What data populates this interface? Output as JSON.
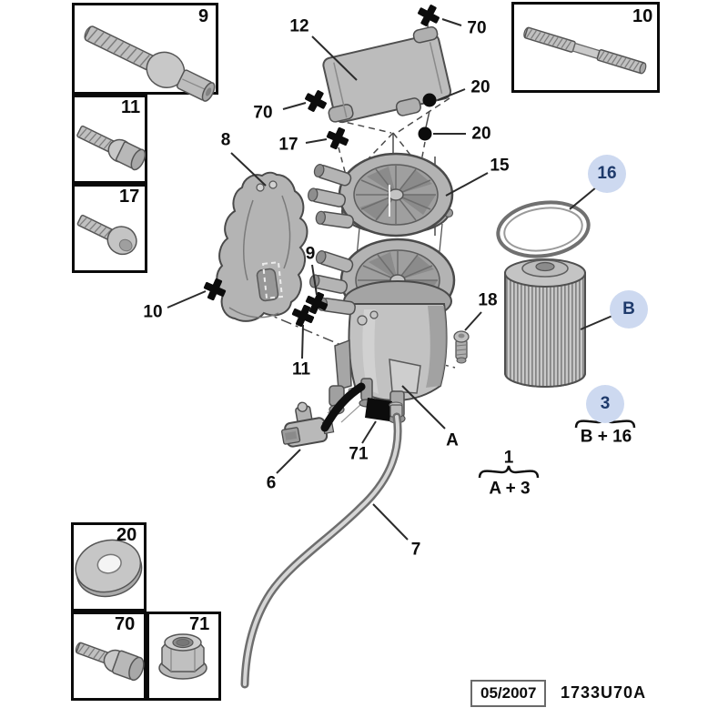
{
  "labels": {
    "box_9": "9",
    "box_11": "11",
    "box_17": "17",
    "box_10": "10",
    "box_20": "20",
    "box_70": "70",
    "box_71": "71",
    "callout_12": "12",
    "callout_70_top": "70",
    "callout_20_upper": "20",
    "callout_20_lower": "20",
    "callout_70_left": "70",
    "callout_17": "17",
    "callout_8": "8",
    "callout_15": "15",
    "callout_9": "9",
    "callout_10": "10",
    "callout_11": "11",
    "callout_18": "18",
    "callout_a": "A",
    "callout_6": "6",
    "callout_71": "71",
    "callout_7": "7",
    "badge_16": "16",
    "badge_b": "B",
    "badge_3": "3",
    "group_1_number": "1",
    "group_1_formula": "A + 3",
    "group_3_formula": "B + 16"
  },
  "footer": {
    "date": "05/2007",
    "code": "1733U70A"
  },
  "colors": {
    "highlight_fill": "#cdd9f0",
    "highlight_text": "#1e3a6b",
    "line_color": "#0c0c0c",
    "part_gray": "#b5b5b5"
  }
}
